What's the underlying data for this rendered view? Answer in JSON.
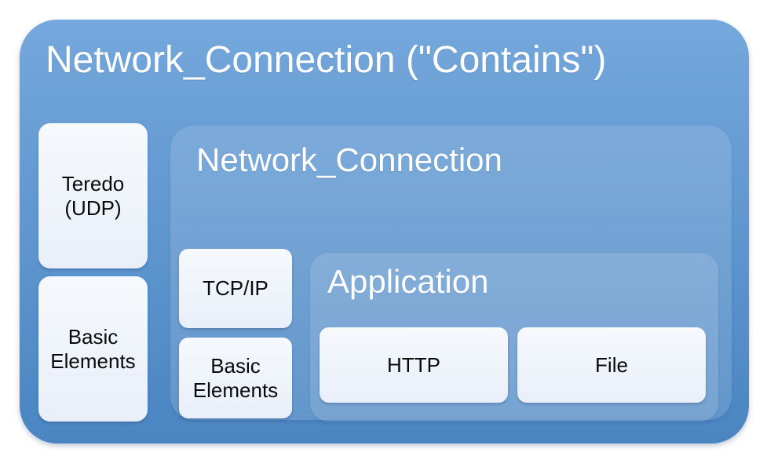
{
  "colors": {
    "outer_top": "#75a8dc",
    "outer_bottom": "#4a85c2",
    "leaf_top": "#f6f9fd",
    "leaf_bottom": "#e9eff9",
    "text_light": "#ffffff",
    "text_dark": "#0a0a0a"
  },
  "outer": {
    "title": "Network_Connection (\"Contains\")"
  },
  "left_children": [
    {
      "label": "Teredo (UDP)"
    },
    {
      "label": "Basic Elements"
    }
  ],
  "inner": {
    "title": "Network_Connection",
    "children": [
      {
        "label": "TCP/IP"
      },
      {
        "label": "Basic Elements"
      }
    ],
    "application": {
      "title": "Application",
      "children": [
        {
          "label": "HTTP"
        },
        {
          "label": "File"
        }
      ]
    }
  }
}
